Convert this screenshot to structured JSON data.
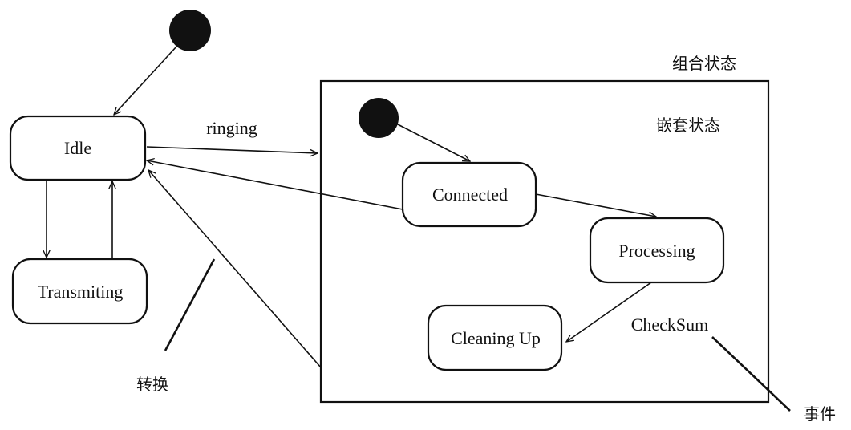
{
  "labels": {
    "composite_state": "组合状态",
    "nested_state": "嵌套状态",
    "transition": "转换",
    "event": "事件",
    "ringing": "ringing",
    "checksum": "CheckSum"
  },
  "states": {
    "idle": "Idle",
    "transmiting": "Transmiting",
    "connected": "Connected",
    "processing": "Processing",
    "cleaning_up": "Cleaning Up"
  },
  "colors": {
    "ink": "#111111",
    "background": "#ffffff"
  }
}
